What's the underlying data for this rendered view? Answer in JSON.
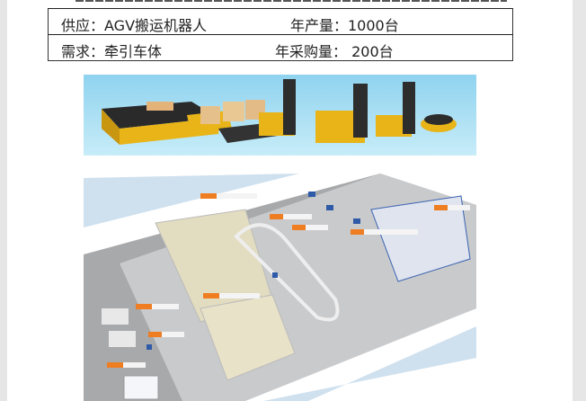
{
  "table": {
    "rows": [
      {
        "label": "供应：AGV搬运机器人",
        "quantity": "年产量：1000台"
      },
      {
        "label": "需求：牵引车体",
        "quantity": "年采购量：  200台"
      }
    ]
  },
  "colors": {
    "agv_yellow": "#e8b418",
    "sky": "#9bd8f0",
    "rack_blue": "#2f5aa8",
    "label_orange": "#ef7d22"
  }
}
